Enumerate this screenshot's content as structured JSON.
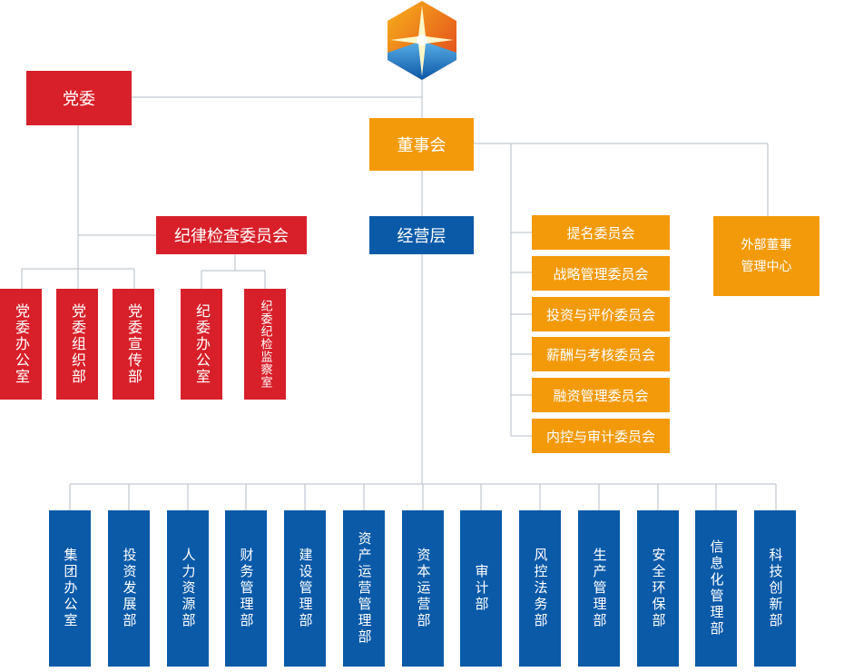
{
  "colors": {
    "party": "#d7202a",
    "board": "#f39a0a",
    "dept": "#0b5aa8",
    "line": "#b4bcc6"
  },
  "logo": {
    "icon": "hexagon-star-logo-icon"
  },
  "party": {
    "label": "党委",
    "discipline": "纪律检查委员会",
    "offices": [
      "党委办公室",
      "党委组织部",
      "党委宣传部"
    ],
    "discipline_offices": [
      "纪委办公室",
      "纪委纪检监察室"
    ]
  },
  "board": {
    "label": "董事会",
    "committees": [
      "提名委员会",
      "战略管理委员会",
      "投资与评价委员会",
      "薪酬与考核委员会",
      "融资管理委员会",
      "内控与审计委员会"
    ],
    "external": "外部董事\n管理中心"
  },
  "management": {
    "label": "经营层",
    "departments": [
      "集团办公室",
      "投资发展部",
      "人力资源部",
      "财务管理部",
      "建设管理部",
      "资产运营管理部",
      "资本运营部",
      "审计部",
      "风控法务部",
      "生产管理部",
      "安全环保部",
      "信息化管理部",
      "科技创新部"
    ]
  }
}
